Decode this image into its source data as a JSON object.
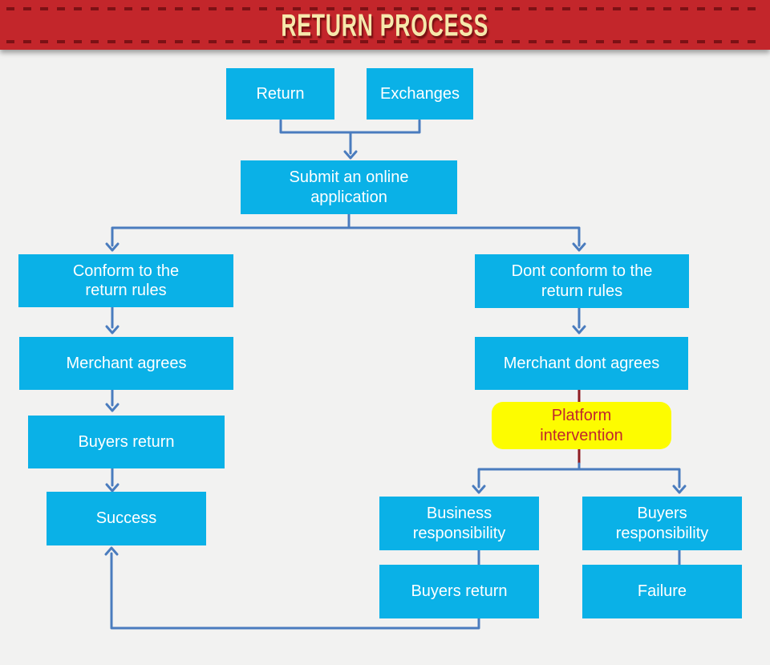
{
  "header": {
    "title": "RETURN PROCESS"
  },
  "colors": {
    "background": "#f2f2f1",
    "banner_red": "#c3262b",
    "banner_dash": "#7c1115",
    "title_cream": "#f6e8ac",
    "title_shadow": "#7a1013",
    "node_cyan": "#0ab1e7",
    "node_text": "#ffffff",
    "yellow_fill": "#fdfc00",
    "yellow_text": "#c1272d",
    "connector_blue": "#4a7cbe",
    "connector_maroon": "#8e1c22"
  },
  "flowchart": {
    "nodes": {
      "return": "Return",
      "exchanges": "Exchanges",
      "submit": "Submit an online application",
      "conform": "Conform to the return rules",
      "dont_conform": "Dont conform to the return rules",
      "merchant_agrees": "Merchant agrees",
      "merchant_dont_agrees": "Merchant dont agrees",
      "buyers_return": "Buyers return",
      "platform_intervention": "Platform intervention",
      "success": "Success",
      "business_responsibility": "Business responsibility",
      "buyers_responsibility": "Buyers responsibility",
      "buyers_return_2": "Buyers return",
      "failure": "Failure"
    }
  }
}
